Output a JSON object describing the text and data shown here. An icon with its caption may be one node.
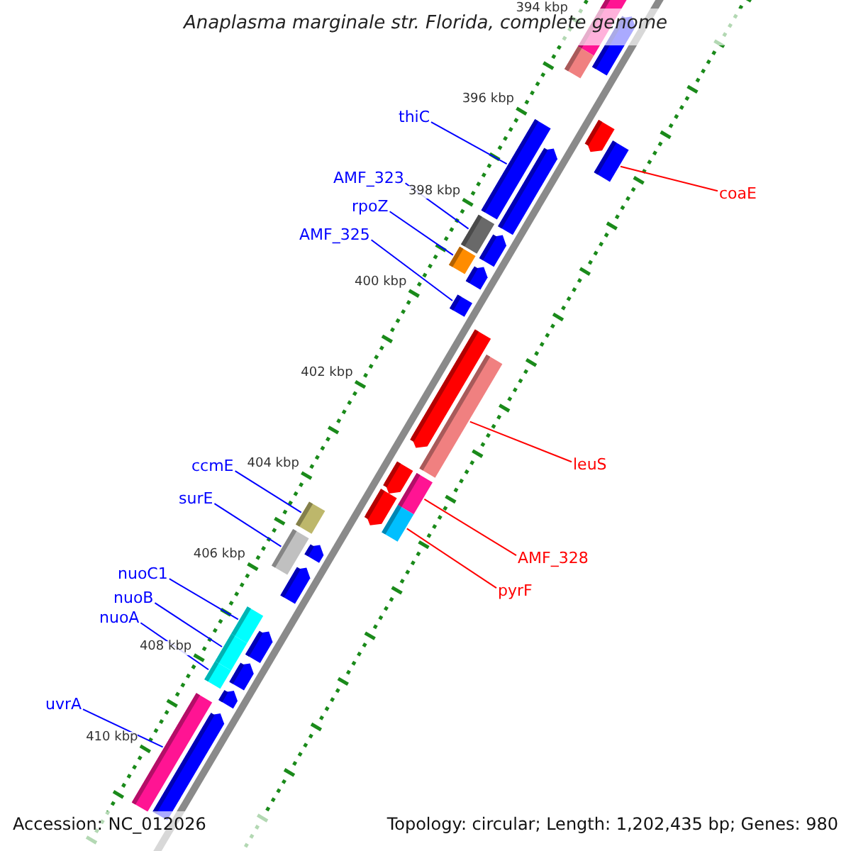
{
  "diagram": {
    "title": "Anaplasma marginale str. Florida, complete genome",
    "nodes": [
      {
        "text": [
          "thiC"
        ]
      },
      {
        "text": [],
        "shape": "bar"
      },
      {
        "text": [
          "AMF_323"
        ]
      },
      {
        "text": [],
        "shape": "bar"
      },
      {
        "text": [
          "coaE"
        ]
      },
      {
        "text": [],
        "shape": "bar"
      },
      {
        "text": [
          "rpoZ"
        ]
      },
      {
        "text": [],
        "shape": "bar"
      },
      {
        "text": [
          "AMF_325"
        ]
      },
      {
        "text": [],
        "shape": "bar"
      },
      {
        "text": [
          "leuS"
        ]
      },
      {
        "text": [],
        "shape": "bar"
      },
      {
        "text": [
          "ccmE"
        ]
      },
      {
        "text": [],
        "shape": "bar"
      },
      {
        "text": [
          "surE"
        ]
      },
      {
        "text": [],
        "shape": "bar"
      },
      {
        "text": [
          "AMF_328"
        ]
      },
      {
        "text": [],
        "shape": "bar"
      },
      {
        "text": [
          "nuoC1"
        ]
      },
      {
        "text": [],
        "shape": "bar"
      },
      {
        "text": [
          "pyrF"
        ]
      },
      {
        "text": [],
        "shape": "bar"
      },
      {
        "text": [
          "nuoB"
        ]
      },
      {
        "text": [],
        "shape": "bar"
      },
      {
        "text": [
          "nuoA"
        ]
      },
      {
        "text": [],
        "shape": "bar"
      },
      {
        "text": [
          "uvrA"
        ]
      },
      {
        "text": [],
        "shape": "bar"
      },
      {
        "text": [],
        "shape": "bar"
      },
      {
        "text": [],
        "shape": "arrow"
      },
      {
        "text": [],
        "shape": "bar"
      },
      {
        "text": [],
        "shape": "arrow"
      },
      {
        "text": [],
        "shape": "arrow"
      },
      {
        "text": [],
        "shape": "arrow"
      },
      {
        "text": [],
        "shape": "arrow"
      },
      {
        "text": [],
        "shape": "arrow"
      },
      {
        "text": [],
        "shape": "arrow"
      },
      {
        "text": [],
        "shape": "arrow"
      },
      {
        "text": [],
        "shape": "arrow"
      },
      {
        "text": [],
        "shape": "arrow"
      },
      {
        "text": [],
        "shape": "arrow"
      },
      {
        "text": [],
        "shape": "arrow"
      },
      {
        "text": [],
        "shape": "arrow"
      },
      {
        "text": [],
        "shape": "arrow"
      }
    ],
    "edges": [
      {
        "from": 0,
        "to": 1,
        "arrow": "none"
      },
      {
        "from": 2,
        "to": 3,
        "arrow": "none"
      },
      {
        "from": 4,
        "to": 5,
        "arrow": "none",
        "color": "#ff0000"
      },
      {
        "from": 6,
        "to": 7,
        "arrow": "none"
      },
      {
        "from": 8,
        "to": 9,
        "arrow": "none"
      },
      {
        "from": 10,
        "to": 11,
        "arrow": "none",
        "color": "#ff0000"
      },
      {
        "from": 12,
        "to": 13,
        "arrow": "none"
      },
      {
        "from": 14,
        "to": 15,
        "arrow": "none"
      },
      {
        "from": 16,
        "to": 17,
        "arrow": "none",
        "color": "#ff0000"
      },
      {
        "from": 18,
        "to": 19,
        "arrow": "none"
      },
      {
        "from": 20,
        "to": 21,
        "arrow": "none",
        "color": "#ff0000"
      },
      {
        "from": 22,
        "to": 23,
        "arrow": "none"
      },
      {
        "from": 24,
        "to": 25,
        "arrow": "none"
      },
      {
        "from": 26,
        "to": 27,
        "arrow": "none"
      }
    ],
    "labels": [
      "394 kbp",
      "396 kbp",
      "398 kbp",
      "400 kbp",
      "402 kbp",
      "404 kbp",
      "406 kbp",
      "408 kbp",
      "410 kbp",
      "Accession: NC_012026",
      "Topology: circular; Length: 1,202,435 bp; Genes: 980"
    ]
  }
}
